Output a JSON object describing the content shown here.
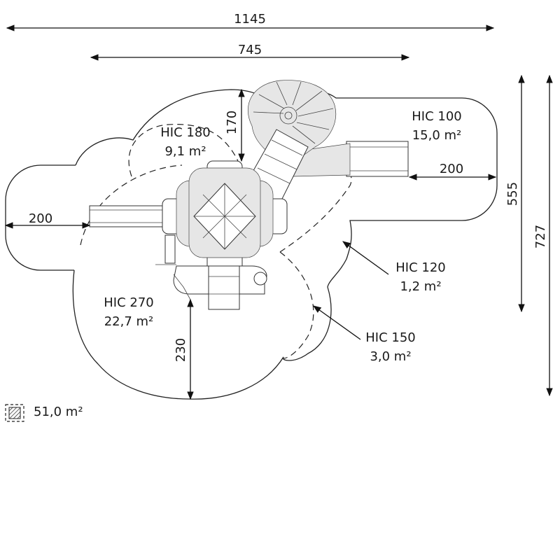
{
  "dimensions": {
    "total_width": "1145",
    "upper_width": "745",
    "slide_clearance": "170",
    "right_overhang": "200",
    "left_overhang": "200",
    "bottom_clearance": "230",
    "height_inner": "555",
    "height_total": "727"
  },
  "zones": [
    {
      "hic": "HIC 180",
      "area": "9,1 m²"
    },
    {
      "hic": "HIC 100",
      "area": "15,0 m²"
    },
    {
      "hic": "HIC 120",
      "area": "1,2 m²"
    },
    {
      "hic": "HIC 270",
      "area": "22,7 m²"
    },
    {
      "hic": "HIC 150",
      "area": "3,0 m²"
    }
  ],
  "legend": {
    "total_area": "51,0 m²",
    "icon": "hatched-square-icon"
  }
}
